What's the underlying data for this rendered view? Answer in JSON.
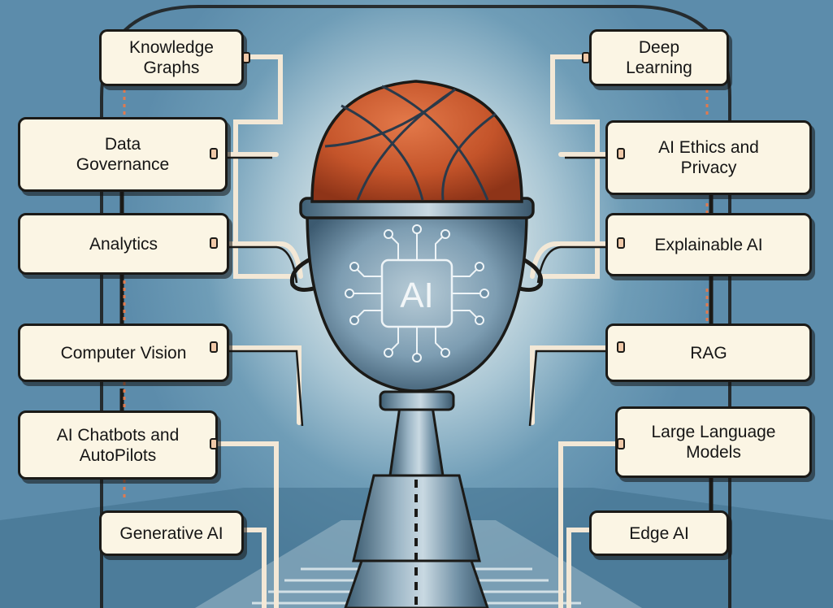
{
  "center_chip": {
    "label": "AI"
  },
  "left_nodes": [
    {
      "id": "knowledge-graphs",
      "label": "Knowledge\nGraphs"
    },
    {
      "id": "data-governance",
      "label": "Data\nGovernance"
    },
    {
      "id": "analytics",
      "label": "Analytics"
    },
    {
      "id": "computer-vision",
      "label": "Computer Vision"
    },
    {
      "id": "ai-chatbots-and-autopilots",
      "label": "AI Chatbots and\nAutoPilots"
    },
    {
      "id": "generative-ai",
      "label": "Generative AI"
    }
  ],
  "right_nodes": [
    {
      "id": "deep-learning",
      "label": "Deep\nLearning"
    },
    {
      "id": "ai-ethics-and-privacy",
      "label": "AI Ethics and\nPrivacy"
    },
    {
      "id": "explainable-ai",
      "label": "Explainable AI"
    },
    {
      "id": "rag",
      "label": "RAG"
    },
    {
      "id": "large-language-models",
      "label": "Large Language\nModels"
    },
    {
      "id": "edge-ai",
      "label": "Edge AI"
    }
  ],
  "colors": {
    "background": "#5c8cab",
    "glow": "#f4f6ee",
    "box_fill": "#fbf5e4",
    "outline": "#1b1a17",
    "connector": "#f3e8d6",
    "connector_accent": "#e07a4f",
    "ball": "#c8572b",
    "trophy_steel": "#7f9fb4"
  },
  "icons": [
    "basketball-icon",
    "trophy-icon",
    "ai-chip-icon"
  ]
}
